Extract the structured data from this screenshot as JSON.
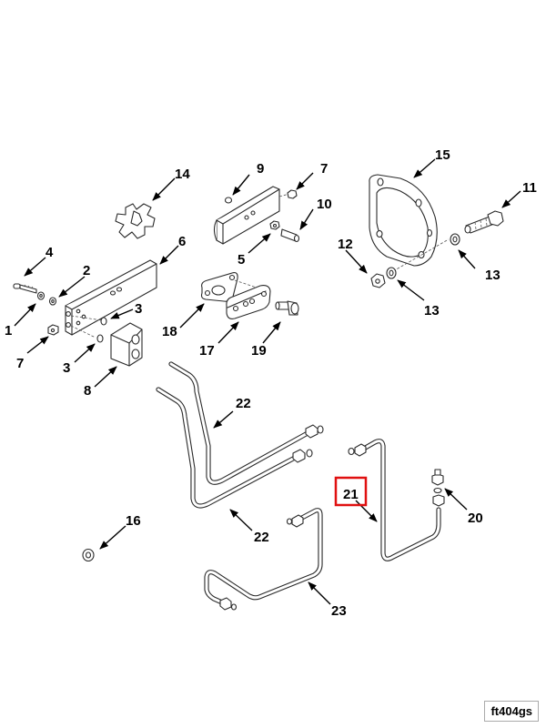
{
  "figure": {
    "type": "exploded parts diagram",
    "figure_id": "ft404gs",
    "highlighted_callout": "21",
    "highlight_color": "#e01010"
  },
  "callouts": [
    {
      "id": "c14",
      "label": "14",
      "target": "spider-coupling"
    },
    {
      "id": "c9",
      "label": "9",
      "target": "o-ring-plate"
    },
    {
      "id": "c7a",
      "label": "7",
      "target": "nut-upper"
    },
    {
      "id": "c15",
      "label": "15",
      "target": "gasket"
    },
    {
      "id": "c11",
      "label": "11",
      "target": "bolt-flange"
    },
    {
      "id": "c4",
      "label": "4",
      "target": "capscrew"
    },
    {
      "id": "c6",
      "label": "6",
      "target": "bracket-arm"
    },
    {
      "id": "c10",
      "label": "10",
      "target": "stud"
    },
    {
      "id": "c2",
      "label": "2",
      "target": "washer-small"
    },
    {
      "id": "c12",
      "label": "12",
      "target": "locknut"
    },
    {
      "id": "c5",
      "label": "5",
      "target": "washer-plate"
    },
    {
      "id": "c13a",
      "label": "13",
      "target": "washer-right"
    },
    {
      "id": "c3a",
      "label": "3",
      "target": "o-ring-upper"
    },
    {
      "id": "c1",
      "label": "1",
      "target": "lockwasher"
    },
    {
      "id": "c13b",
      "label": "13",
      "target": "washer-left"
    },
    {
      "id": "c18",
      "label": "18",
      "target": "gasket-small"
    },
    {
      "id": "c7b",
      "label": "7",
      "target": "nut-lower"
    },
    {
      "id": "c17",
      "label": "17",
      "target": "adapter-plate"
    },
    {
      "id": "c19",
      "label": "19",
      "target": "banjo-bolt"
    },
    {
      "id": "c3b",
      "label": "3",
      "target": "o-ring-lower"
    },
    {
      "id": "c8",
      "label": "8",
      "target": "manifold-block"
    },
    {
      "id": "c22a",
      "label": "22",
      "target": "tube-upper"
    },
    {
      "id": "c21",
      "label": "21",
      "target": "tube-middle"
    },
    {
      "id": "c20",
      "label": "20",
      "target": "fitting"
    },
    {
      "id": "c16",
      "label": "16",
      "target": "nut-small"
    },
    {
      "id": "c22b",
      "label": "22",
      "target": "tube-lower"
    },
    {
      "id": "c23",
      "label": "23",
      "target": "tube-bottom"
    }
  ]
}
